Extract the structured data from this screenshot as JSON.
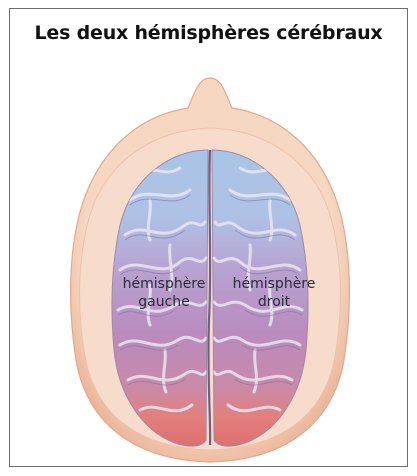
{
  "title": "Les deux hémisphères cérébraux",
  "labels": {
    "left_line1": "hémisphère",
    "left_line2": "gauche",
    "right_line1": "hémisphère",
    "right_line2": "droit"
  },
  "colors": {
    "skin": "#f3cdb4",
    "frontal": "#a9c4e6",
    "middle": "#b98bbd",
    "occipital": "#e2807d",
    "border": "#6f6f6f"
  }
}
